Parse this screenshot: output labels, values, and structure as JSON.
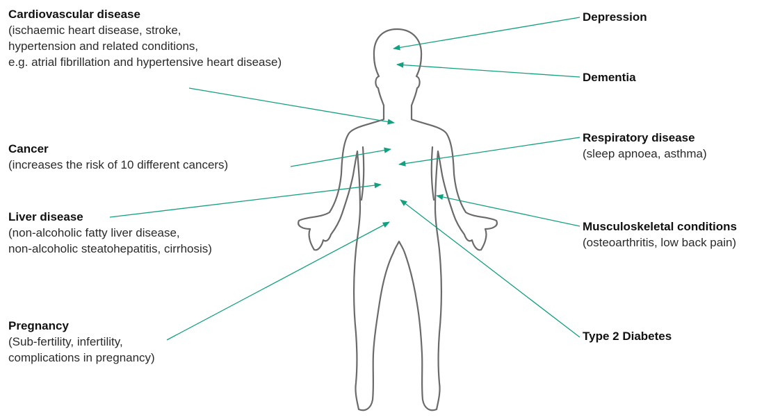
{
  "accent_color": "#12a07f",
  "outline_color": "#6a6a6a",
  "conditions": [
    {
      "key": "cardiovascular",
      "title": "Cardiovascular disease",
      "lines": [
        "(ischaemic heart disease, stroke,",
        "hypertension and related conditions,",
        "e.g. atrial fibrillation and hypertensive heart disease)"
      ]
    },
    {
      "key": "cancer",
      "title": "Cancer",
      "lines": [
        "(increases the risk of 10 different cancers)"
      ]
    },
    {
      "key": "liver",
      "title": "Liver disease",
      "lines": [
        "(non-alcoholic fatty liver disease,",
        "non-alcoholic steatohepatitis, cirrhosis)"
      ]
    },
    {
      "key": "pregnancy",
      "title": "Pregnancy",
      "lines": [
        "(Sub-fertility, infertility,",
        "complications in pregnancy)"
      ]
    },
    {
      "key": "depression",
      "title": "Depression",
      "lines": []
    },
    {
      "key": "dementia",
      "title": "Dementia",
      "lines": []
    },
    {
      "key": "respiratory",
      "title": "Respiratory disease",
      "lines": [
        "(sleep apnoea, asthma)"
      ]
    },
    {
      "key": "musculoskeletal",
      "title": "Musculoskeletal conditions",
      "lines": [
        "(osteoarthritis, low back pain)"
      ]
    },
    {
      "key": "diabetes",
      "title": "Type 2 Diabetes",
      "lines": []
    }
  ]
}
